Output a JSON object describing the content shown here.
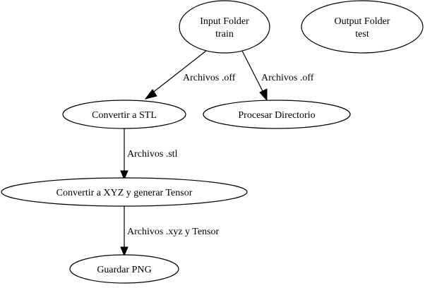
{
  "nodes": {
    "input_folder": {
      "line1": "Input Folder",
      "line2": "train"
    },
    "output_folder": {
      "line1": "Output Folder",
      "line2": "test"
    },
    "convertir_stl": {
      "label": "Convertir a STL"
    },
    "procesar_directorio": {
      "label": "Procesar Directorio"
    },
    "convertir_xyz": {
      "label": "Convertir a XYZ y generar Tensor"
    },
    "guardar_png": {
      "label": "Guardar PNG"
    }
  },
  "edges": {
    "input_to_stl": {
      "label": "Archivos .off"
    },
    "input_to_procesar": {
      "label": "Archivos .off"
    },
    "stl_to_xyz": {
      "label": "Archivos .stl"
    },
    "xyz_to_png": {
      "label": "Archivos .xyz y Tensor"
    }
  }
}
